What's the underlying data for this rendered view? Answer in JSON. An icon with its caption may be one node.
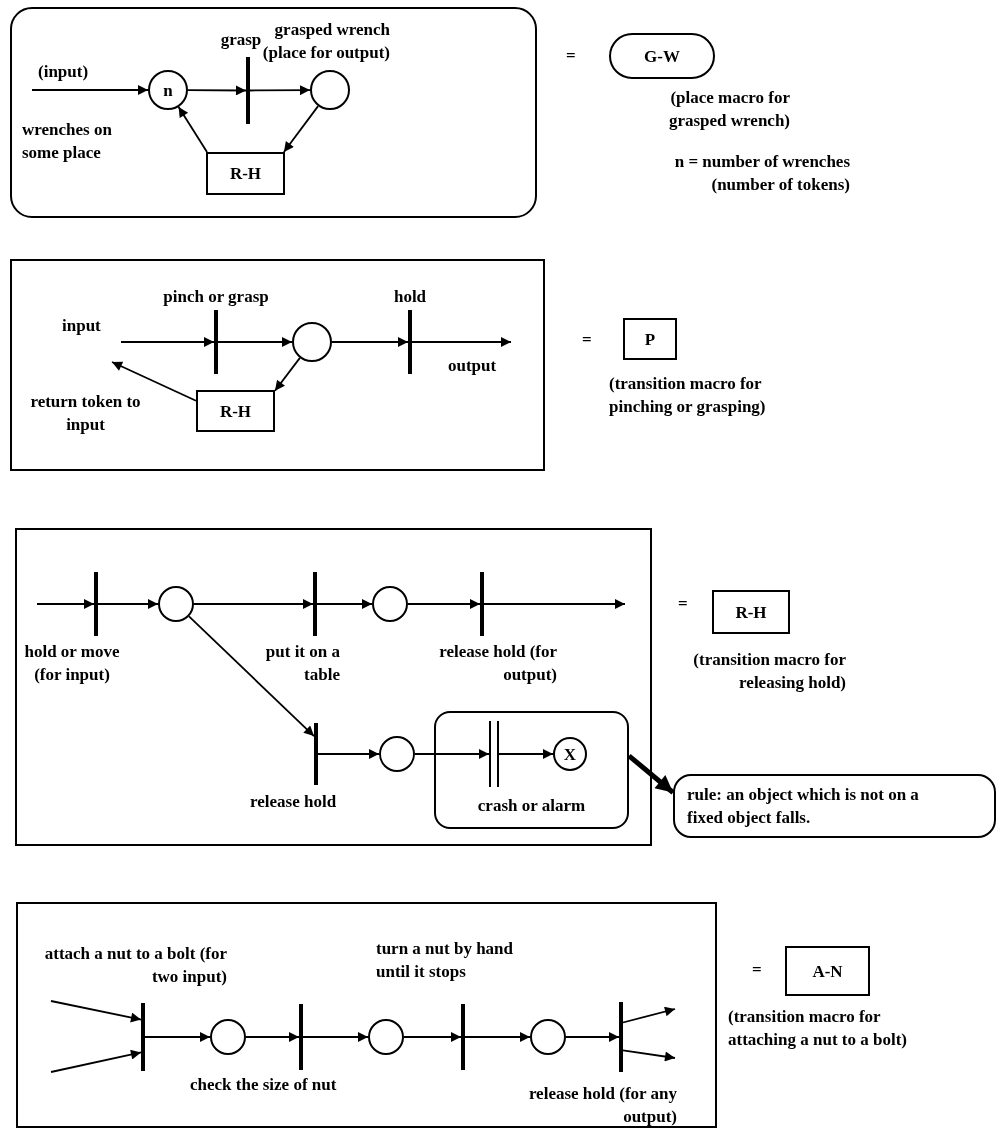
{
  "diagram": {
    "nodes": [
      {
        "text": [],
        "shape": "box"
      },
      {
        "text": [
          "n"
        ],
        "in": 0,
        "beside": [
          "wrenches on some place"
        ]
      },
      {
        "text": [],
        "shape": "bar",
        "in": 0,
        "beside": [
          "grasp"
        ]
      },
      {
        "text": [],
        "shape": "circle",
        "in": 0,
        "beside": [
          "grasped wrench (place for output)"
        ]
      },
      {
        "text": [
          "R-H"
        ],
        "in": 0
      },
      {
        "text": [
          "G-W"
        ],
        "beside": [
          "(place macro for grasped wrench)"
        ]
      },
      {
        "text": [],
        "shape": "box"
      },
      {
        "text": [],
        "shape": "bar",
        "in": 6,
        "beside": [
          "pinch or grasp"
        ]
      },
      {
        "text": [],
        "shape": "circle",
        "in": 6
      },
      {
        "text": [],
        "shape": "bar",
        "in": 6,
        "beside": [
          "hold"
        ]
      },
      {
        "text": [
          "R-H"
        ],
        "in": 6
      },
      {
        "text": [
          "P"
        ],
        "beside": [
          "(transition macro for pinching or grasping)"
        ]
      },
      {
        "text": [],
        "shape": "box"
      },
      {
        "text": [],
        "shape": "bar",
        "in": 12,
        "beside": [
          "hold or move (for input)"
        ]
      },
      {
        "text": [],
        "shape": "circle",
        "in": 12
      },
      {
        "text": [],
        "shape": "bar",
        "in": 12,
        "beside": [
          "put it on a table"
        ]
      },
      {
        "text": [],
        "shape": "circle",
        "in": 12
      },
      {
        "text": [],
        "shape": "bar",
        "in": 12,
        "beside": [
          "release hold (for output)"
        ]
      },
      {
        "text": [],
        "shape": "bar",
        "in": 12,
        "beside": [
          "release hold"
        ]
      },
      {
        "text": [],
        "shape": "circle",
        "in": 12
      },
      {
        "text": [
          "crash or alarm"
        ],
        "in": 12
      },
      {
        "text": [],
        "shape": "bar",
        "in": 20
      },
      {
        "text": [
          "X"
        ],
        "in": 20
      },
      {
        "text": [
          "rule: an object which is not on a fixed object falls."
        ]
      },
      {
        "text": [
          "R-H"
        ],
        "beside": [
          "(transition macro for releasing hold)"
        ]
      },
      {
        "text": [],
        "shape": "box"
      },
      {
        "text": [],
        "shape": "bar",
        "in": 25,
        "beside": [
          "attach a nut to a bolt (for two input)"
        ]
      },
      {
        "text": [],
        "shape": "circle",
        "in": 25
      },
      {
        "text": [],
        "shape": "bar",
        "in": 25,
        "beside": [
          "check the size of nut"
        ]
      },
      {
        "text": [],
        "shape": "circle",
        "in": 25
      },
      {
        "text": [],
        "shape": "bar",
        "in": 25,
        "beside": [
          "turn a nut by hand until it stops"
        ]
      },
      {
        "text": [],
        "shape": "circle",
        "in": 25
      },
      {
        "text": [],
        "shape": "bar",
        "in": 25,
        "beside": [
          "release hold (for any output)"
        ]
      },
      {
        "text": [
          "A-N"
        ],
        "beside": [
          "(transition macro for attaching a nut to a bolt)"
        ]
      }
    ],
    "edges": [
      {
        "from": null,
        "to": 1,
        "arrow": "to",
        "label": "(input)"
      },
      {
        "from": 1,
        "to": 2,
        "arrow": "to"
      },
      {
        "from": 2,
        "to": 3,
        "arrow": "to"
      },
      {
        "from": 3,
        "to": 4,
        "arrow": "to"
      },
      {
        "from": 4,
        "to": 1,
        "arrow": "to"
      },
      {
        "from": null,
        "to": 7,
        "arrow": "to",
        "label": "input"
      },
      {
        "from": 7,
        "to": 8,
        "arrow": "to"
      },
      {
        "from": 8,
        "to": 9,
        "arrow": "to"
      },
      {
        "from": 9,
        "to": null,
        "arrow": "to",
        "label": "output"
      },
      {
        "from": 8,
        "to": 10,
        "arrow": "to"
      },
      {
        "from": 10,
        "to": null,
        "arrow": "to",
        "label": "return token to input"
      },
      {
        "from": null,
        "to": 13,
        "arrow": "to"
      },
      {
        "from": 13,
        "to": 14,
        "arrow": "to"
      },
      {
        "from": 14,
        "to": 15,
        "arrow": "to"
      },
      {
        "from": 15,
        "to": 16,
        "arrow": "to"
      },
      {
        "from": 16,
        "to": 17,
        "arrow": "to"
      },
      {
        "from": 17,
        "to": null,
        "arrow": "to"
      },
      {
        "from": 14,
        "to": 18,
        "arrow": "to"
      },
      {
        "from": 18,
        "to": 19,
        "arrow": "to"
      },
      {
        "from": 19,
        "to": 21,
        "arrow": "to"
      },
      {
        "from": 21,
        "to": 22,
        "arrow": "to"
      },
      {
        "from": 20,
        "to": 23,
        "arrow": "to",
        "style": "thick"
      },
      {
        "from": null,
        "to": 26,
        "arrow": "to"
      },
      {
        "from": null,
        "to": 26,
        "arrow": "to"
      },
      {
        "from": 26,
        "to": 27,
        "arrow": "to"
      },
      {
        "from": 27,
        "to": 28,
        "arrow": "to"
      },
      {
        "from": 28,
        "to": 29,
        "arrow": "to"
      },
      {
        "from": 29,
        "to": 30,
        "arrow": "to"
      },
      {
        "from": 30,
        "to": 31,
        "arrow": "to"
      },
      {
        "from": 31,
        "to": 32,
        "arrow": "to"
      },
      {
        "from": 32,
        "to": null,
        "arrow": "to"
      },
      {
        "from": 32,
        "to": null,
        "arrow": "to"
      }
    ],
    "labels": [
      "=",
      "n = number of wrenches (number of tokens)",
      "=",
      "=",
      "="
    ]
  }
}
